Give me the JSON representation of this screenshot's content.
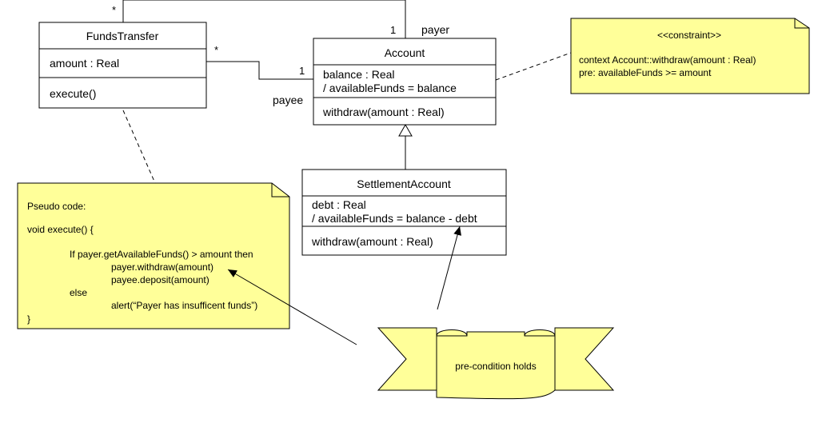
{
  "colors": {
    "note_fill": "#ffff99",
    "line": "#000000",
    "background": "#ffffff"
  },
  "classes": {
    "funds_transfer": {
      "name": "FundsTransfer",
      "attributes": [
        "amount : Real"
      ],
      "operations": [
        "execute()"
      ]
    },
    "account": {
      "name": "Account",
      "attributes": [
        "balance : Real",
        "/ availableFunds = balance"
      ],
      "operations": [
        "withdraw(amount : Real)"
      ]
    },
    "settlement_account": {
      "name": "SettlementAccount",
      "attributes": [
        "debt : Real",
        "/ availableFunds = balance - debt"
      ],
      "operations": [
        "withdraw(amount : Real)"
      ]
    }
  },
  "associations": {
    "payer": {
      "source_multiplicity": "*",
      "target_multiplicity": "1",
      "role": "payer"
    },
    "payee": {
      "source_multiplicity": "*",
      "target_multiplicity": "1",
      "role": "payee"
    }
  },
  "constraint_note": {
    "stereotype": "<<constraint>>",
    "lines": [
      "context Account::withdraw(amount : Real)",
      "pre: availableFunds >= amount"
    ]
  },
  "pseudo_code_note": {
    "lines": [
      "Pseudo code:",
      "void execute() {",
      "If payer.getAvailableFunds() > amount then",
      "payer.withdraw(amount)",
      "payee.deposit(amount)",
      "else",
      "alert(“Payer has insufficent funds”)",
      "}"
    ]
  },
  "banner": {
    "text": "pre-condition holds"
  }
}
